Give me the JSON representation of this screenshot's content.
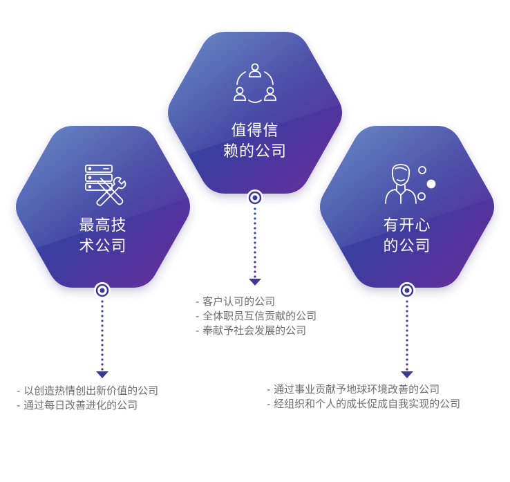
{
  "values": [
    {
      "title_line1": "值得信",
      "title_line2": "赖的公司",
      "icon": "people-cycle-icon",
      "items": [
        "- 客户认可的公司",
        "- 全体职员互信贡献的公司",
        "- 奉献予社会发展的公司"
      ]
    },
    {
      "title_line1": "最高技",
      "title_line2": "术公司",
      "icon": "server-tools-icon",
      "items": [
        "- 以创造热情创出新价值的公司",
        "- 通过每日改善进化的公司"
      ]
    },
    {
      "title_line1": "有开心",
      "title_line2": "的公司",
      "icon": "happy-person-icon",
      "items": [
        "- 通过事业贡献予地球环境改善的公司",
        "- 经组织和个人的成长促成自我实现的公司"
      ]
    }
  ],
  "colors": {
    "gradient_start": "#3f69b4",
    "gradient_mid": "#3a3c9e",
    "gradient_end": "#6a2a9a",
    "dot_line": "#3a3a9a",
    "text": "#6e6e6e"
  }
}
